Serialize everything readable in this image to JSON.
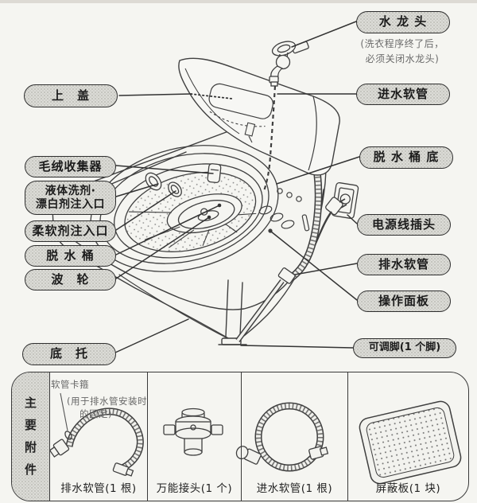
{
  "colors": {
    "page_bg": "#f5f5f1",
    "pill_bg": "#dcdcd7",
    "pill_border": "#2f2f2f",
    "drawing_line": "#3f3f3f",
    "note_text": "#6b6b6b"
  },
  "machine_labels": {
    "left": [
      {
        "text": "上　盖"
      },
      {
        "text": "毛绒收集器"
      },
      {
        "line1": "液体洗剂·",
        "line2": "漂白剂注入口"
      },
      {
        "text": "柔软剂注入口"
      },
      {
        "text": "脱 水 桶"
      },
      {
        "text": "波　轮"
      },
      {
        "text": "底　托"
      }
    ],
    "right": [
      {
        "text": "水 龙 头",
        "note_line1": "(洗衣程序终了后，",
        "note_line2": "必须关闭水龙头)"
      },
      {
        "text": "进水软管"
      },
      {
        "text": "脱 水 桶 底"
      },
      {
        "text": "电源线插头"
      },
      {
        "text": "排水软管"
      },
      {
        "text": "操作面板"
      },
      {
        "text": "可调脚(1 个脚)"
      }
    ]
  },
  "accessories": {
    "section_title": "主要附件",
    "clamp_note": {
      "line1": "软管卡箍",
      "line2": "(用于排水管安装时",
      "line3": "的固定)"
    },
    "items": [
      {
        "caption": "排水软管(1 根)"
      },
      {
        "caption": "万能接头(1 个)"
      },
      {
        "caption": "进水软管(1 根)"
      },
      {
        "caption": "屏蔽板(1 块)"
      }
    ]
  }
}
